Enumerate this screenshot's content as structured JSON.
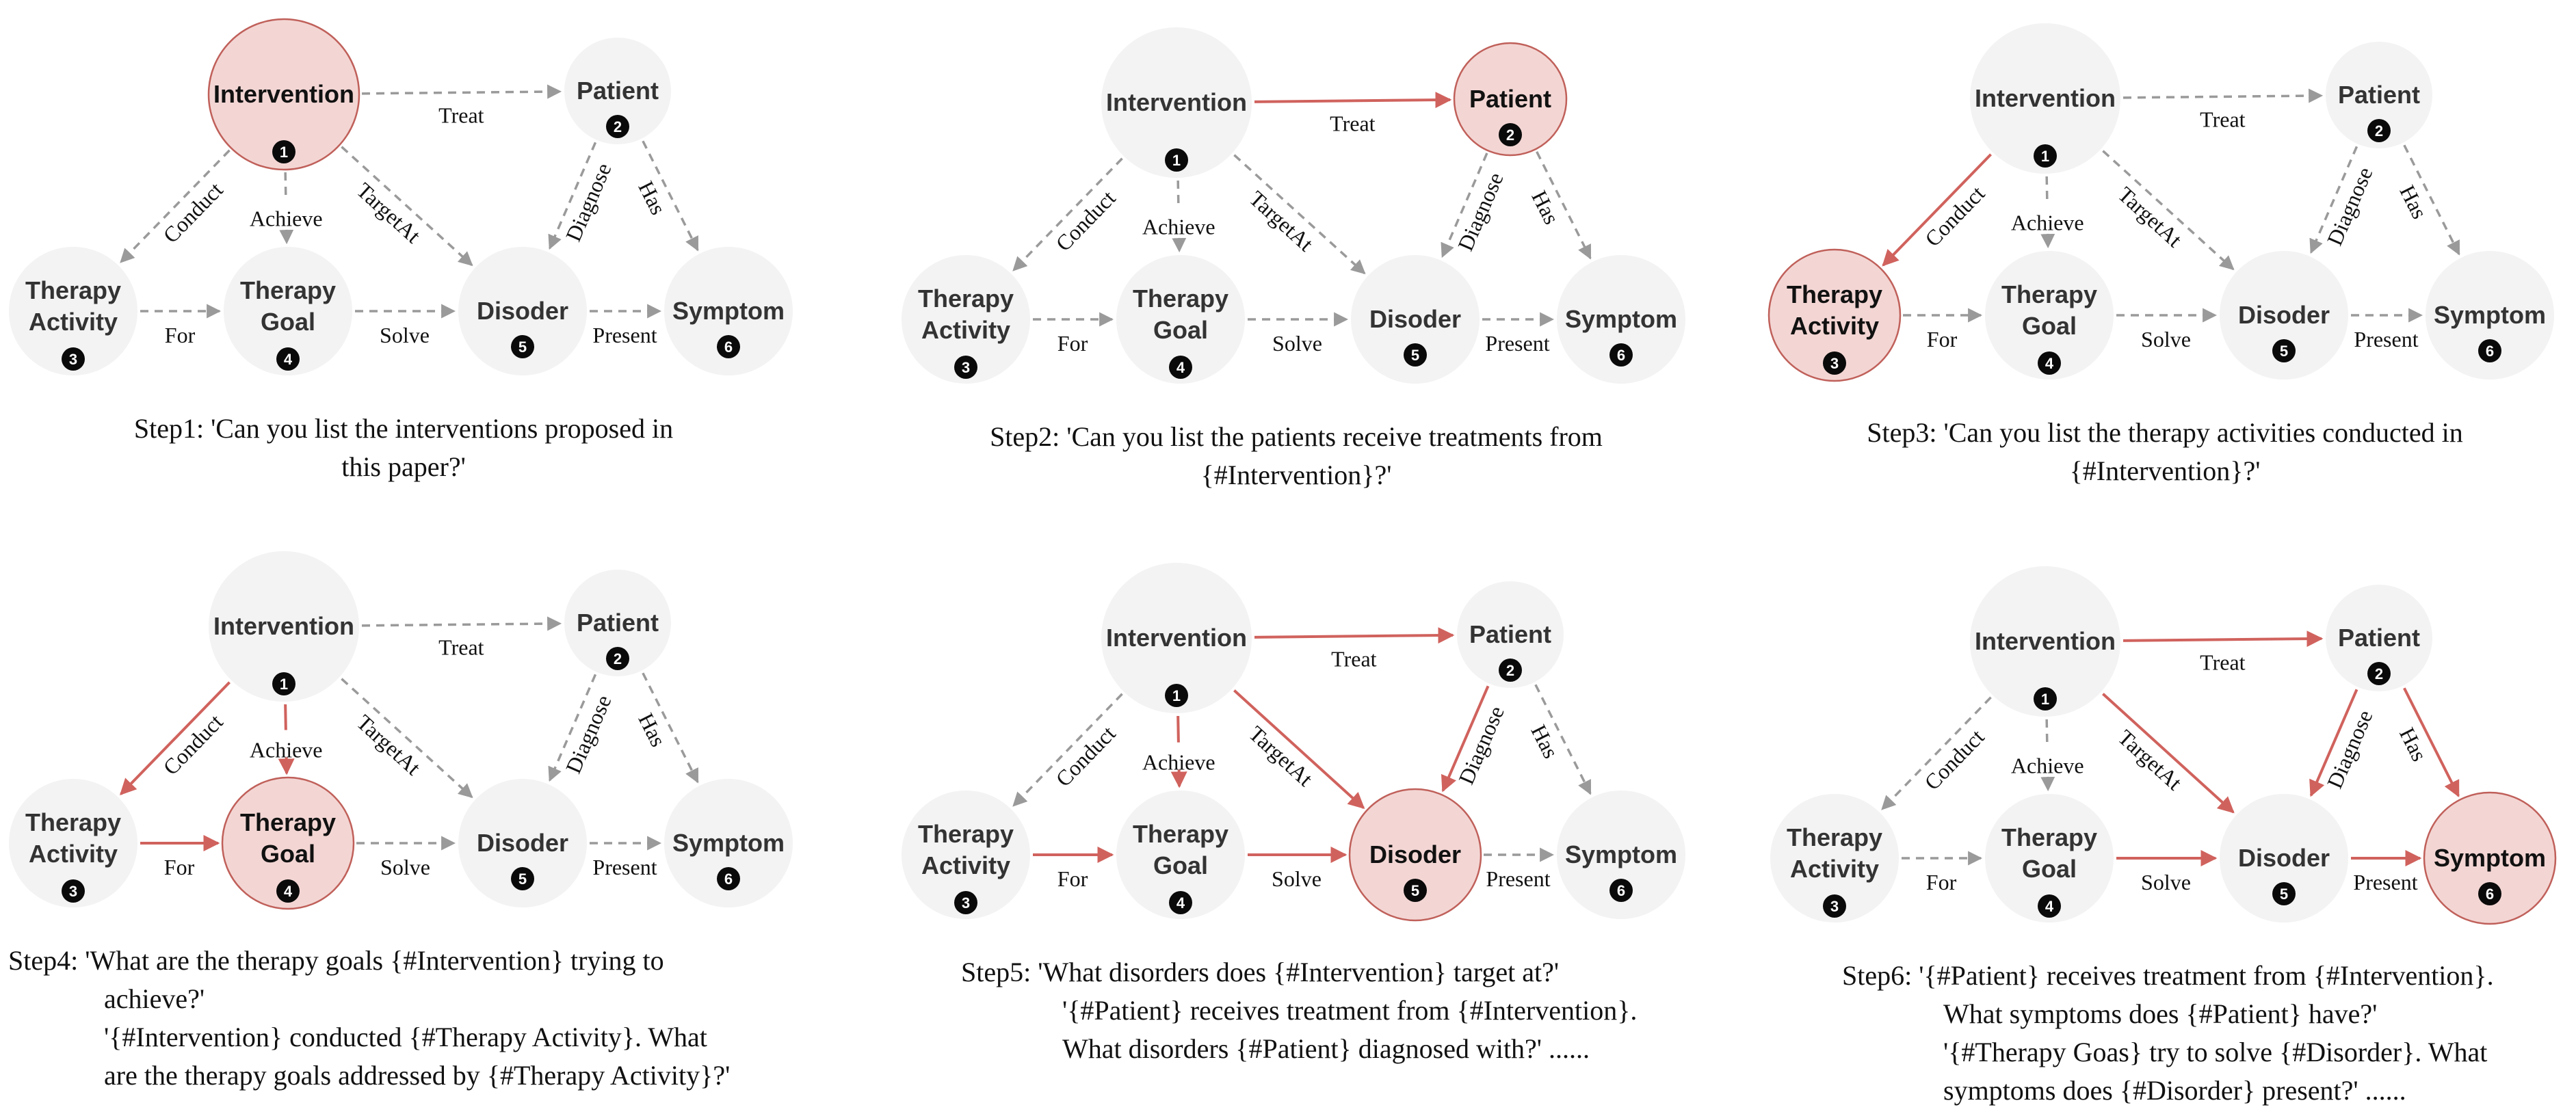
{
  "colors": {
    "node_fill": "#f3f3f3",
    "active_fill": "#f3d6d4",
    "active_stroke": "#c0605a",
    "edge_inactive": "#9a9a9a",
    "edge_active": "#d0625d",
    "badge_fill": "#0a0a0a"
  },
  "nodes": [
    {
      "id": "intervention",
      "label": "Intervention",
      "num": "1"
    },
    {
      "id": "patient",
      "label": "Patient",
      "num": "2"
    },
    {
      "id": "therapy_activity",
      "label": "Therapy Activity",
      "num": "3"
    },
    {
      "id": "therapy_goal",
      "label": "Therapy Goal",
      "num": "4"
    },
    {
      "id": "disoder",
      "label": "Disoder",
      "num": "5"
    },
    {
      "id": "symptom",
      "label": "Symptom",
      "num": "6"
    }
  ],
  "edges": [
    {
      "id": "treat",
      "from": "intervention",
      "to": "patient",
      "label": "Treat"
    },
    {
      "id": "conduct",
      "from": "intervention",
      "to": "therapy_activity",
      "label": "Conduct"
    },
    {
      "id": "achieve",
      "from": "intervention",
      "to": "therapy_goal",
      "label": "Achieve"
    },
    {
      "id": "targetat",
      "from": "intervention",
      "to": "disoder",
      "label": "TargetAt"
    },
    {
      "id": "diagnose",
      "from": "patient",
      "to": "disoder",
      "label": "Diagnose"
    },
    {
      "id": "has",
      "from": "patient",
      "to": "symptom",
      "label": "Has"
    },
    {
      "id": "for",
      "from": "therapy_activity",
      "to": "therapy_goal",
      "label": "For"
    },
    {
      "id": "solve",
      "from": "therapy_goal",
      "to": "disoder",
      "label": "Solve"
    },
    {
      "id": "present",
      "from": "disoder",
      "to": "symptom",
      "label": "Present"
    }
  ],
  "steps": [
    {
      "name": "Step1",
      "active_node": "intervention",
      "active_edges": [],
      "caption": [
        "Step1: 'Can you list the interventions proposed in",
        "this paper?'"
      ]
    },
    {
      "name": "Step2",
      "active_node": "patient",
      "active_edges": [
        "treat"
      ],
      "caption": [
        "Step2: 'Can you list the patients receive treatments from",
        "{#Intervention}?'"
      ]
    },
    {
      "name": "Step3",
      "active_node": "therapy_activity",
      "active_edges": [
        "conduct"
      ],
      "caption": [
        "Step3: 'Can you list the therapy activities conducted in",
        "{#Intervention}?'"
      ]
    },
    {
      "name": "Step4",
      "active_node": "therapy_goal",
      "active_edges": [
        "conduct",
        "achieve",
        "for"
      ],
      "caption": [
        "Step4: 'What are the therapy goals {#Intervention} trying to",
        "achieve?'",
        "'{#Intervention} conducted {#Therapy Activity}. What",
        "are the therapy goals addressed by {#Therapy Activity}?'"
      ]
    },
    {
      "name": "Step5",
      "active_node": "disoder",
      "active_edges": [
        "treat",
        "achieve",
        "targetat",
        "diagnose",
        "for",
        "solve"
      ],
      "caption": [
        "Step5: 'What disorders does {#Intervention} target at?'",
        "'{#Patient} receives treatment from {#Intervention}.",
        "What disorders {#Patient} diagnosed with?' ......"
      ]
    },
    {
      "name": "Step6",
      "active_node": "symptom",
      "active_edges": [
        "treat",
        "targetat",
        "diagnose",
        "has",
        "solve",
        "present"
      ],
      "caption": [
        "Step6: '{#Patient} receives treatment from {#Intervention}.",
        "What symptoms does {#Patient} have?'",
        "'{#Therapy Goas} try to solve {#Disorder}. What",
        "symptoms does {#Disorder} present?' ......"
      ]
    }
  ]
}
